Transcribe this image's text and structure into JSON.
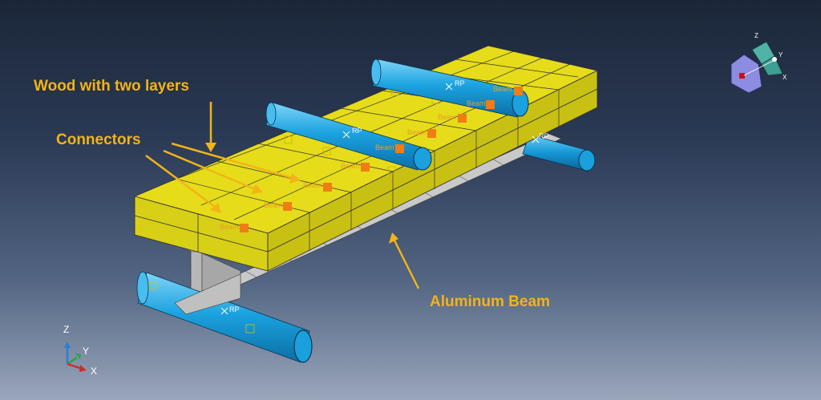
{
  "annotations": {
    "wood": "Wood with two layers",
    "connectors": "Connectors",
    "beam": "Aluminum Beam"
  },
  "connector_tag": "Beam",
  "rp_label": "RP",
  "triad": {
    "z": "Z",
    "y": "Y",
    "x": "X"
  },
  "view_cube": {
    "z": "Z",
    "y": "Y",
    "x": "X"
  },
  "colors": {
    "wood_top": "#e6dc1a",
    "wood_side": "#c9c014",
    "tube": "#1ba3e0",
    "beam": "#bdbdbd",
    "connector": "#f07d14",
    "callout": "#f2b417"
  }
}
